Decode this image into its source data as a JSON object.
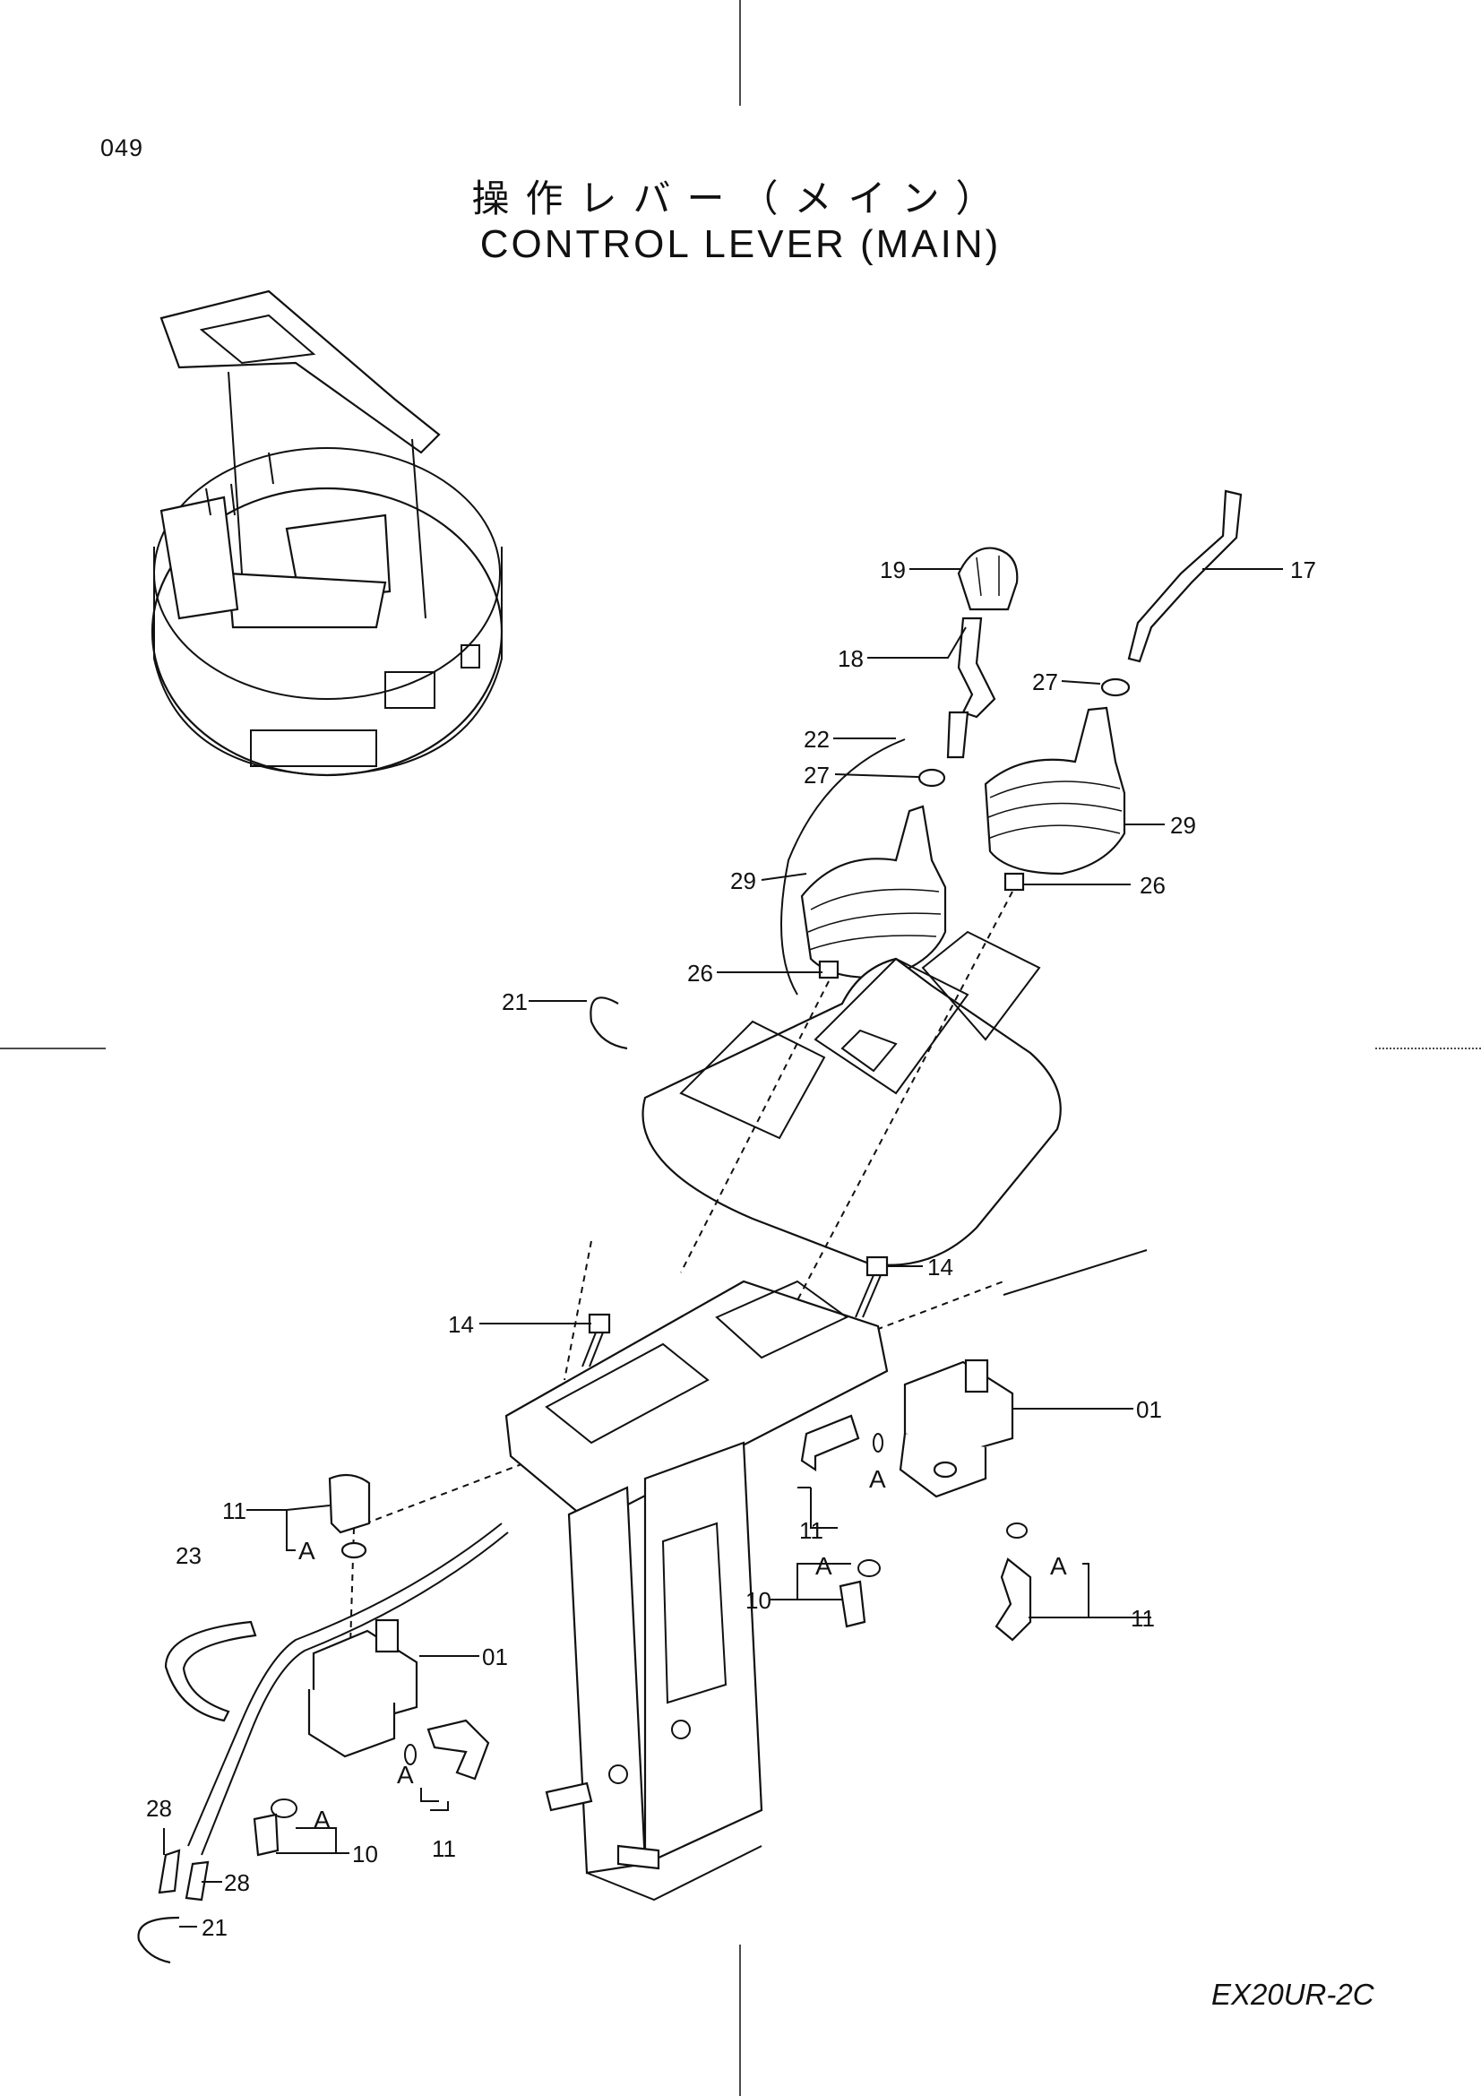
{
  "header": {
    "page_number": "049",
    "title_jp": "操作レバー（メイン）",
    "title_en": "CONTROL LEVER (MAIN)"
  },
  "footer": {
    "model": "EX20UR-2C"
  },
  "callouts": {
    "c19": "19",
    "c17": "17",
    "c18": "18",
    "c27a": "27",
    "c22": "22",
    "c27b": "27",
    "c29a": "29",
    "c29b": "29",
    "c26a": "26",
    "c26b": "26",
    "c21a": "21",
    "c14a": "14",
    "c14b": "14",
    "c01a": "01",
    "c01b": "01",
    "c11a": "11",
    "c11b": "11",
    "c11c": "11",
    "c11d": "11",
    "c10a": "10",
    "c10b": "10",
    "c23": "23",
    "c28a": "28",
    "c28b": "28",
    "c21b": "21",
    "aa1": "A",
    "aa2": "A",
    "aa3": "A",
    "aa4": "A",
    "aa5": "A",
    "aa6": "A"
  }
}
